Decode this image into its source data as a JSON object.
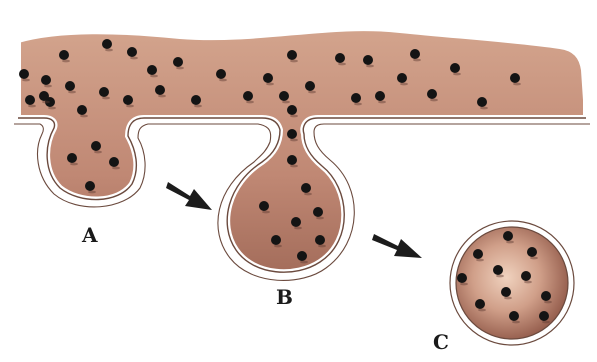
{
  "stages": [
    {
      "id": "A",
      "label": "A"
    },
    {
      "id": "B",
      "label": "B"
    },
    {
      "id": "C",
      "label": "C"
    }
  ],
  "colors": {
    "cytoplasm_light": "#e6c2a8",
    "cytoplasm_mid": "#c8937a",
    "cytoplasm_dark": "#8e5646",
    "membrane_outline": "#6b4a3e",
    "particle": "#141414",
    "arrow": "#1c1c1c"
  },
  "icons": [
    "arrow-right-down-icon",
    "arrow-right-down-icon"
  ]
}
